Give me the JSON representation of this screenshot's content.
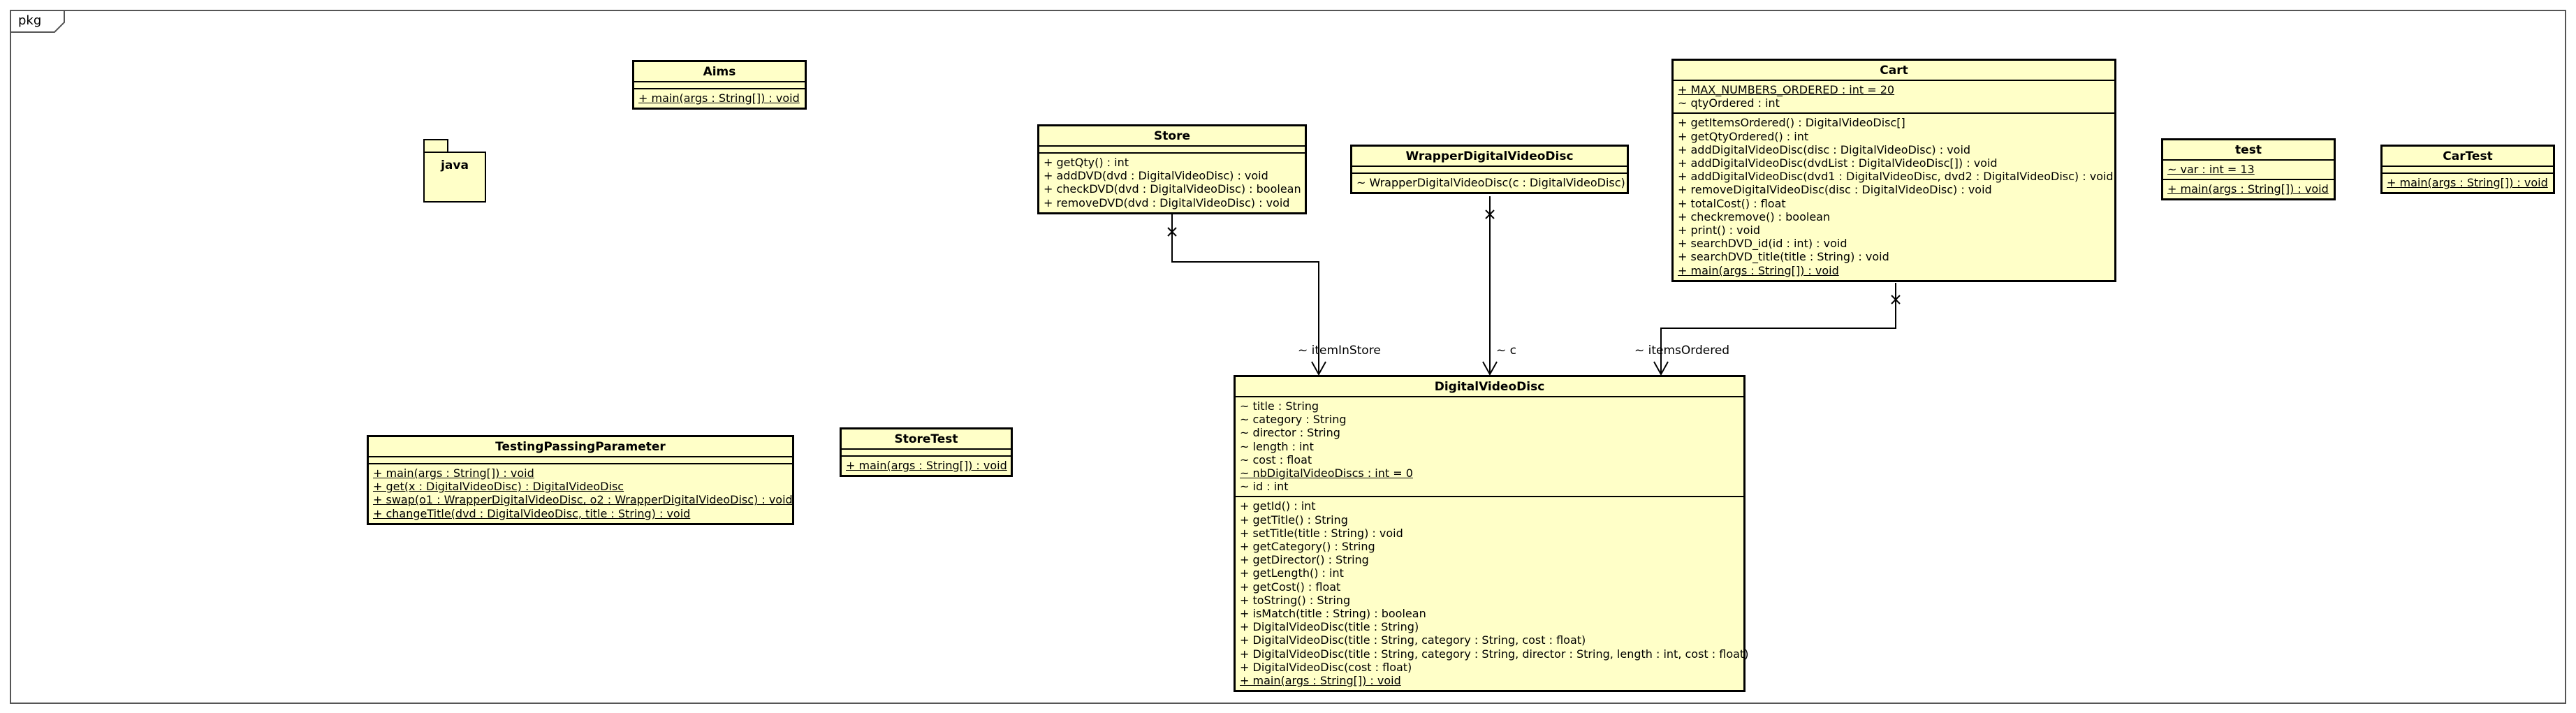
{
  "diagram": {
    "frame_label": "pkg",
    "package_name": "java",
    "classes": {
      "aims": {
        "name": "Aims",
        "attributes": [],
        "operations": [
          {
            "text": "+ main(args : String[]) : void",
            "static": true
          }
        ]
      },
      "store": {
        "name": "Store",
        "attributes": [],
        "operations": [
          {
            "text": "+ getQty() : int",
            "static": false
          },
          {
            "text": "+ addDVD(dvd : DigitalVideoDisc) : void",
            "static": false
          },
          {
            "text": "+ checkDVD(dvd : DigitalVideoDisc) : boolean",
            "static": false
          },
          {
            "text": "+ removeDVD(dvd : DigitalVideoDisc) : void",
            "static": false
          }
        ]
      },
      "wrapper": {
        "name": "WrapperDigitalVideoDisc",
        "attributes": [],
        "operations": [
          {
            "text": "~ WrapperDigitalVideoDisc(c : DigitalVideoDisc)",
            "static": false
          }
        ]
      },
      "cart": {
        "name": "Cart",
        "attributes": [
          {
            "text": "+ MAX_NUMBERS_ORDERED : int = 20",
            "static": true
          },
          {
            "text": "~ qtyOrdered : int",
            "static": false
          }
        ],
        "operations": [
          {
            "text": "+ getItemsOrdered() : DigitalVideoDisc[]",
            "static": false
          },
          {
            "text": "+ getQtyOrdered() : int",
            "static": false
          },
          {
            "text": "+ addDigitalVideoDisc(disc : DigitalVideoDisc) : void",
            "static": false
          },
          {
            "text": "+ addDigitalVideoDisc(dvdList : DigitalVideoDisc[]) : void",
            "static": false
          },
          {
            "text": "+ addDigitalVideoDisc(dvd1 : DigitalVideoDisc, dvd2 : DigitalVideoDisc) : void",
            "static": false
          },
          {
            "text": "+ removeDigitalVideoDisc(disc : DigitalVideoDisc) : void",
            "static": false
          },
          {
            "text": "+ totalCost() : float",
            "static": false
          },
          {
            "text": "+ checkremove() : boolean",
            "static": false
          },
          {
            "text": "+ print() : void",
            "static": false
          },
          {
            "text": "+ searchDVD_id(id : int) : void",
            "static": false
          },
          {
            "text": "+ searchDVD_title(title : String) : void",
            "static": false
          },
          {
            "text": "+ main(args : String[]) : void",
            "static": true
          }
        ]
      },
      "test": {
        "name": "test",
        "attributes": [
          {
            "text": "~ var : int = 13",
            "static": true
          }
        ],
        "operations": [
          {
            "text": "+ main(args : String[]) : void",
            "static": true
          }
        ]
      },
      "cartTest": {
        "name": "CarTest",
        "attributes": [],
        "operations": [
          {
            "text": "+ main(args : String[]) : void",
            "static": true
          }
        ]
      },
      "testingPassing": {
        "name": "TestingPassingParameter",
        "attributes": [],
        "operations": [
          {
            "text": "+ main(args : String[]) : void",
            "static": true
          },
          {
            "text": "+ get(x : DigitalVideoDisc) : DigitalVideoDisc",
            "static": true
          },
          {
            "text": "+ swap(o1 : WrapperDigitalVideoDisc, o2 : WrapperDigitalVideoDisc) : void",
            "static": true
          },
          {
            "text": "+ changeTitle(dvd : DigitalVideoDisc, title : String) : void",
            "static": true
          }
        ]
      },
      "storeTest": {
        "name": "StoreTest",
        "attributes": [],
        "operations": [
          {
            "text": "+ main(args : String[]) : void",
            "static": true
          }
        ]
      },
      "dvd": {
        "name": "DigitalVideoDisc",
        "attributes": [
          {
            "text": "~ title : String",
            "static": false
          },
          {
            "text": "~ category : String",
            "static": false
          },
          {
            "text": "~ director : String",
            "static": false
          },
          {
            "text": "~ length : int",
            "static": false
          },
          {
            "text": "~ cost : float",
            "static": false
          },
          {
            "text": "~ nbDigitalVideoDiscs : int = 0",
            "static": true
          },
          {
            "text": "~ id : int",
            "static": false
          }
        ],
        "operations": [
          {
            "text": "+ getId() : int",
            "static": false
          },
          {
            "text": "+ getTitle() : String",
            "static": false
          },
          {
            "text": "+ setTitle(title : String) : void",
            "static": false
          },
          {
            "text": "+ getCategory() : String",
            "static": false
          },
          {
            "text": "+ getDirector() : String",
            "static": false
          },
          {
            "text": "+ getLength() : int",
            "static": false
          },
          {
            "text": "+ getCost() : float",
            "static": false
          },
          {
            "text": "+ toString() : String",
            "static": false
          },
          {
            "text": "+ isMatch(title : String) : boolean",
            "static": false
          },
          {
            "text": "+ DigitalVideoDisc(title : String)",
            "static": false
          },
          {
            "text": "+ DigitalVideoDisc(title : String, category : String, cost : float)",
            "static": false
          },
          {
            "text": "+ DigitalVideoDisc(title : String, category : String, director : String, length : int, cost : float)",
            "static": false
          },
          {
            "text": "+ DigitalVideoDisc(cost : float)",
            "static": false
          },
          {
            "text": "+ main(args : String[]) : void",
            "static": true
          }
        ]
      }
    },
    "associations": {
      "store_items": "~ itemInStore",
      "wrapper_c": "~ c",
      "cart_items": "~ itemsOrdered"
    }
  }
}
